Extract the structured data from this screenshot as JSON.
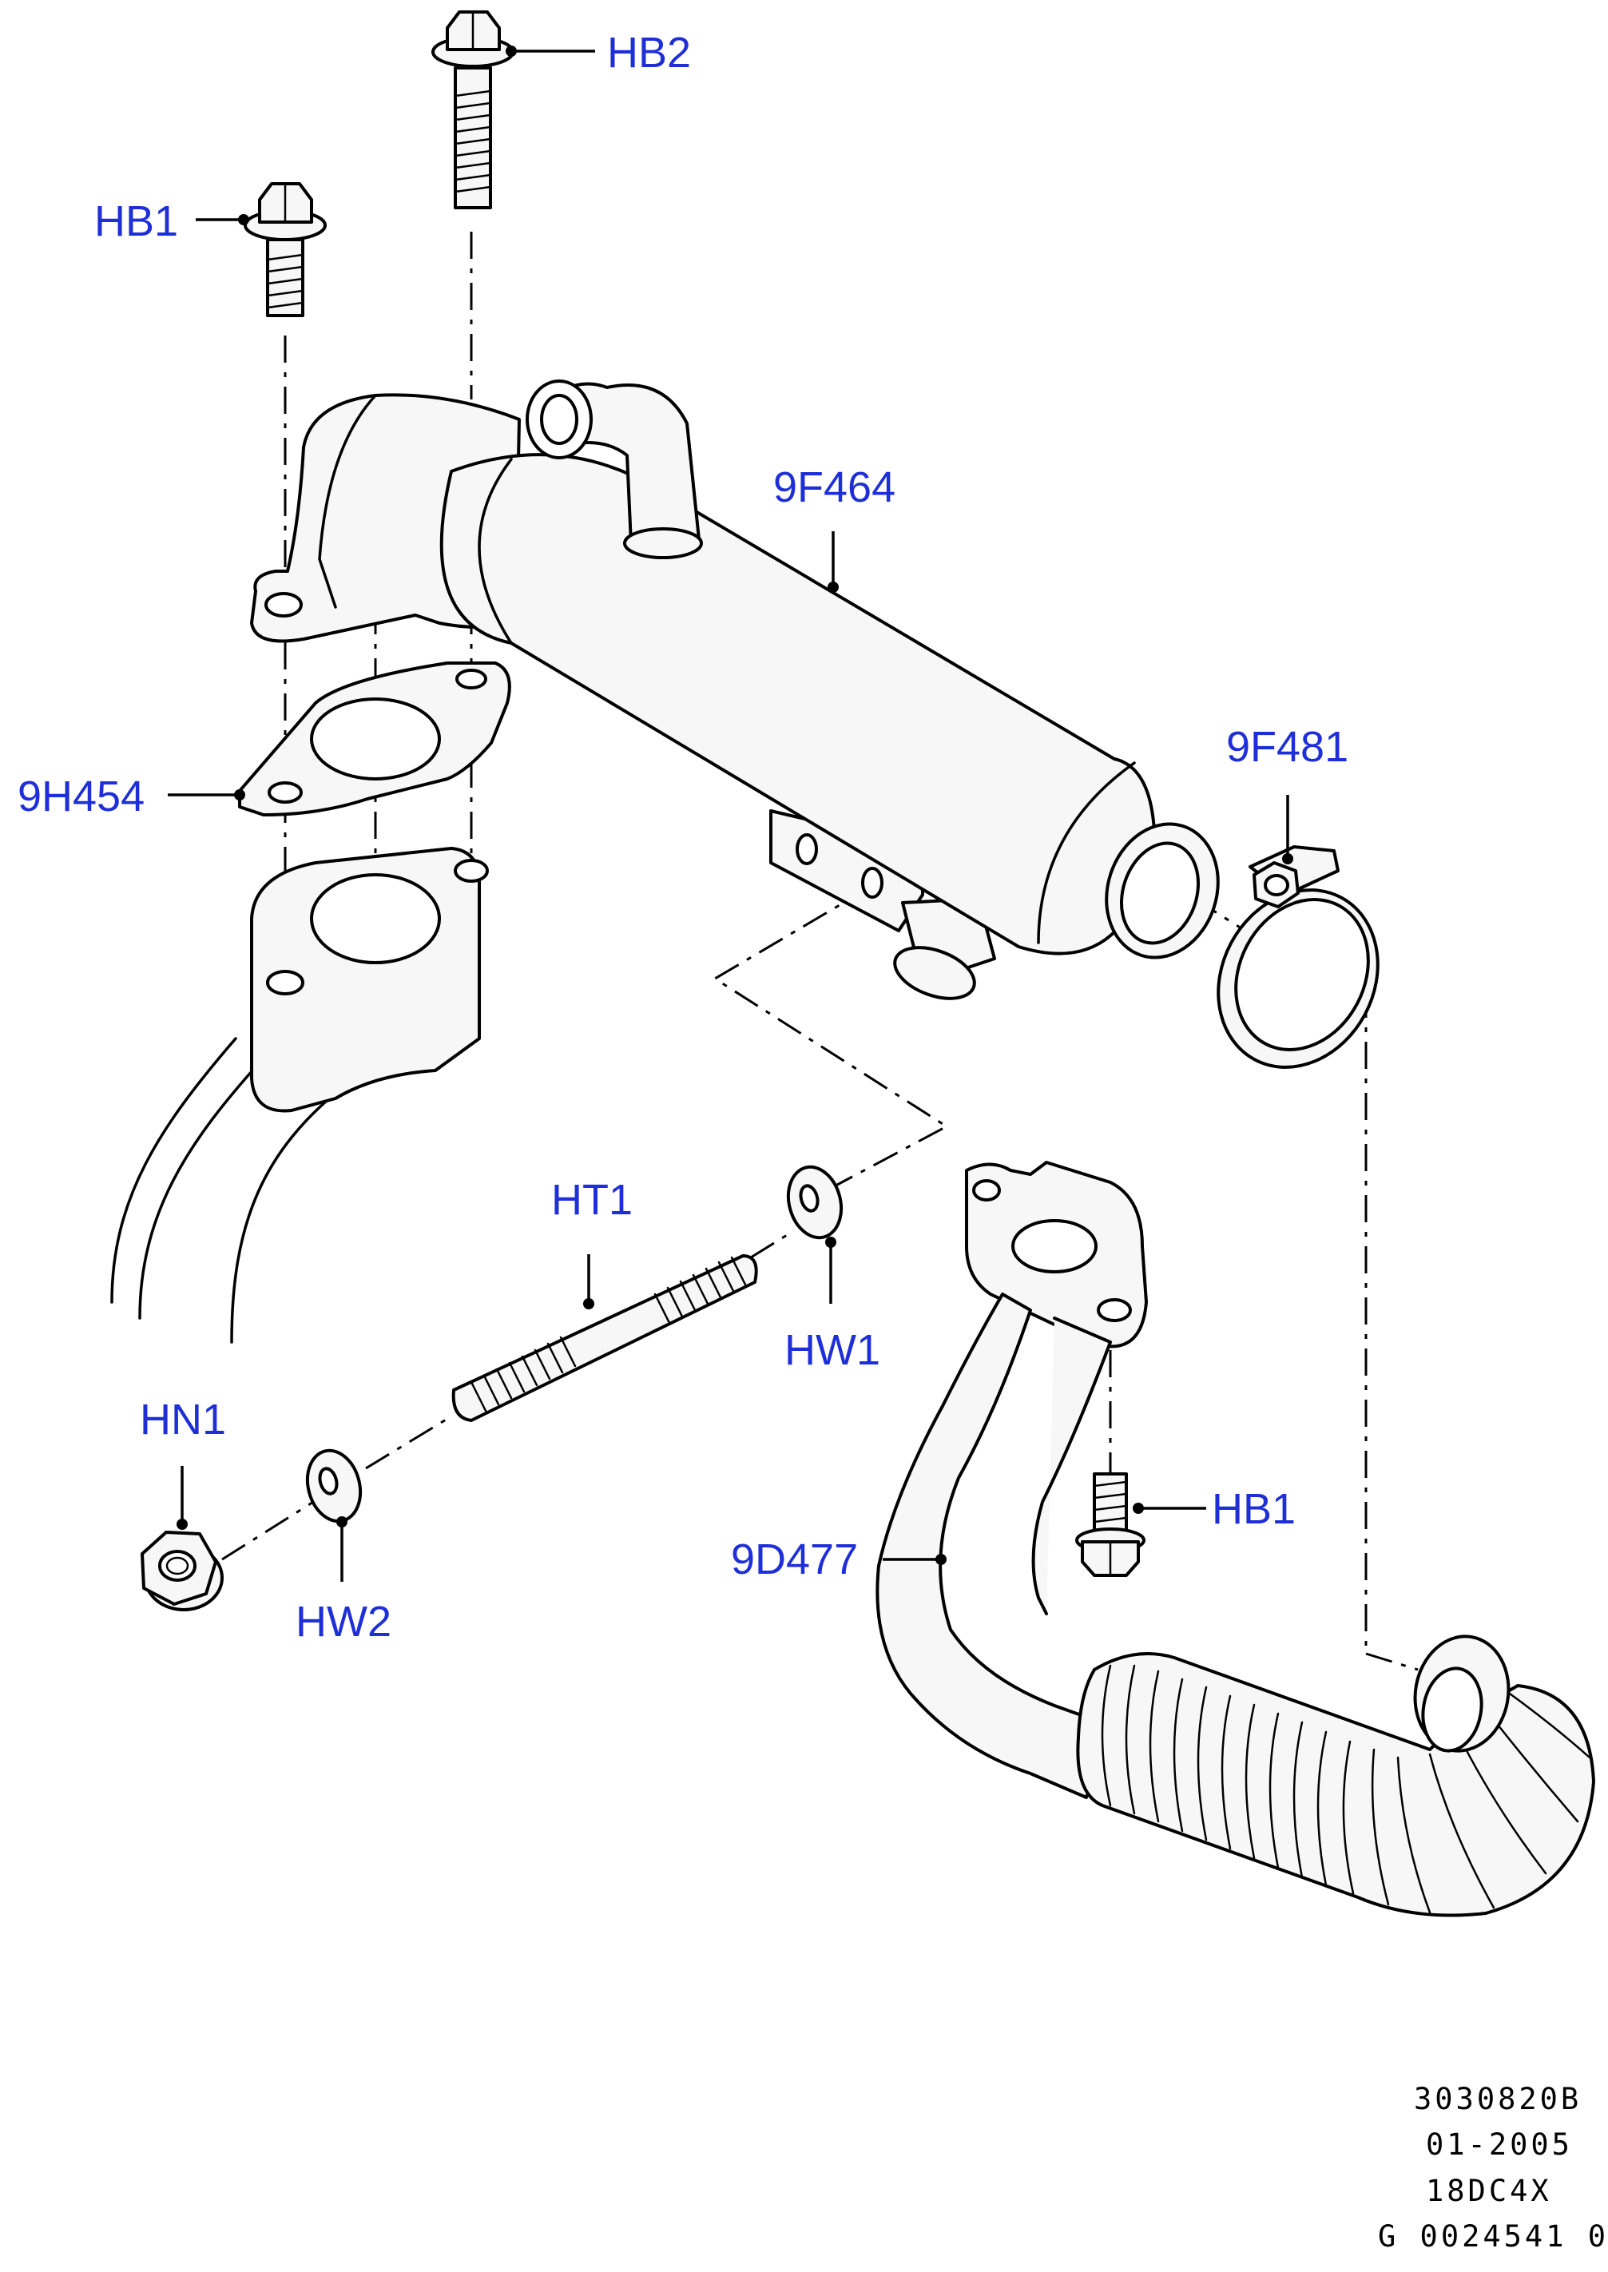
{
  "callouts": {
    "hb2": "HB2",
    "hb1_top": "HB1",
    "f9f464": "9F464",
    "f9f481": "9F481",
    "h9h454": "9H454",
    "ht1": "HT1",
    "hw1": "HW1",
    "hn1": "HN1",
    "hw2": "HW2",
    "hb1_bottom": "HB1",
    "d9d477": "9D477"
  },
  "footer": {
    "line1": "3030820B",
    "line2": "01-2005",
    "line3": "18DC4X",
    "line4": "G 0024541 0"
  }
}
